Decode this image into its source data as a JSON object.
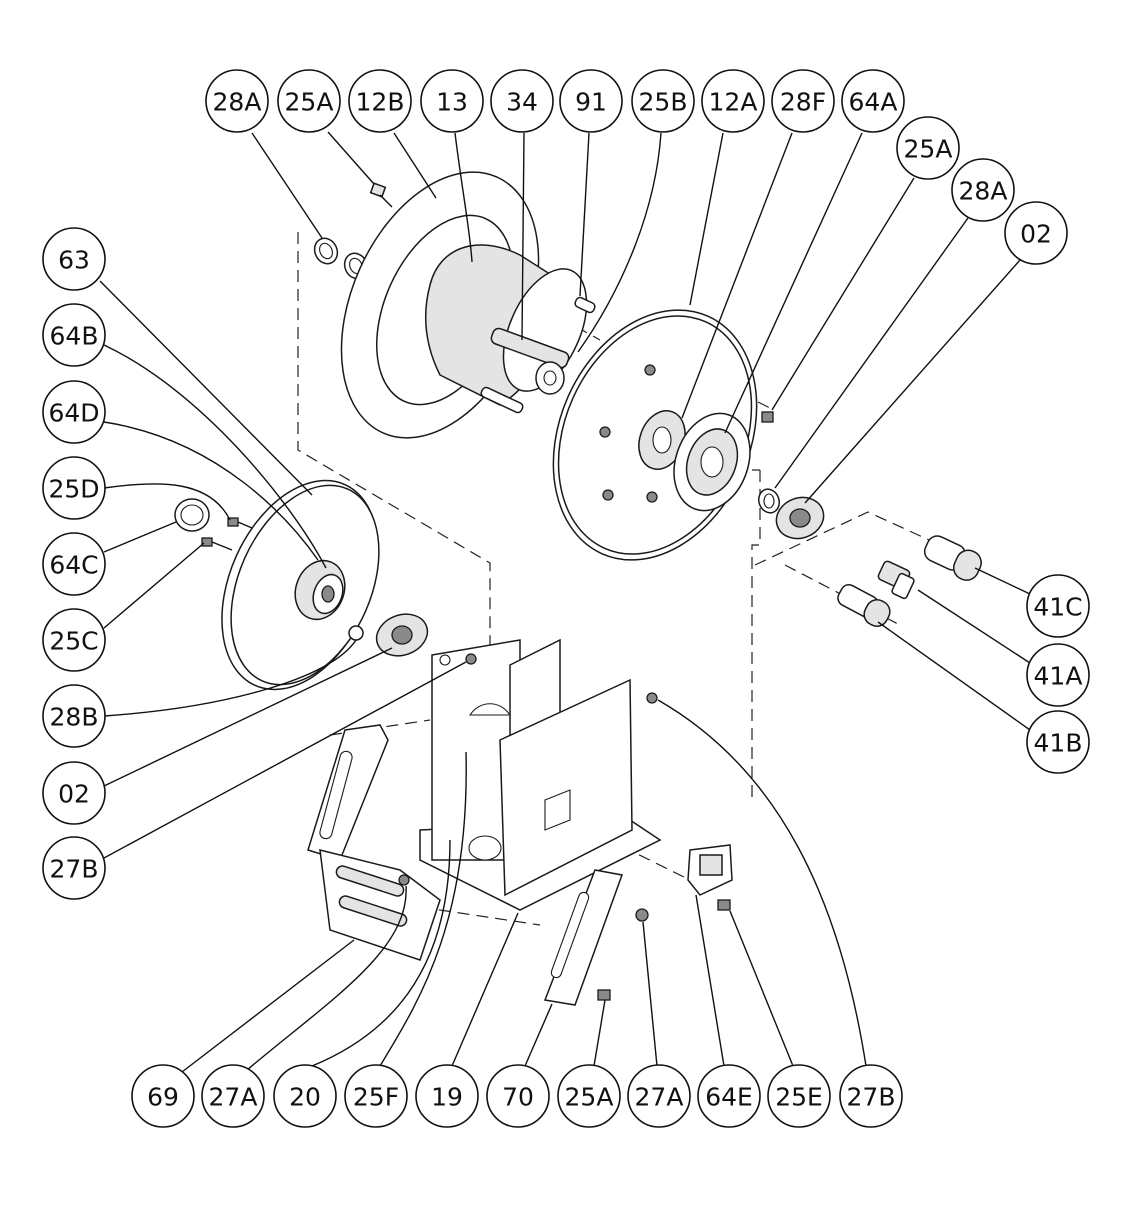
{
  "diagram": {
    "callouts": [
      {
        "id": "c-28A-top",
        "label": "28A"
      },
      {
        "id": "c-25A-top",
        "label": "25A"
      },
      {
        "id": "c-12B",
        "label": "12B"
      },
      {
        "id": "c-13",
        "label": "13"
      },
      {
        "id": "c-34",
        "label": "34"
      },
      {
        "id": "c-91",
        "label": "91"
      },
      {
        "id": "c-25B",
        "label": "25B"
      },
      {
        "id": "c-12A",
        "label": "12A"
      },
      {
        "id": "c-28F",
        "label": "28F"
      },
      {
        "id": "c-64A",
        "label": "64A"
      },
      {
        "id": "c-25A-right",
        "label": "25A"
      },
      {
        "id": "c-28A-right",
        "label": "28A"
      },
      {
        "id": "c-02-right",
        "label": "02"
      },
      {
        "id": "c-63",
        "label": "63"
      },
      {
        "id": "c-64B",
        "label": "64B"
      },
      {
        "id": "c-64D",
        "label": "64D"
      },
      {
        "id": "c-25D",
        "label": "25D"
      },
      {
        "id": "c-64C",
        "label": "64C"
      },
      {
        "id": "c-25C",
        "label": "25C"
      },
      {
        "id": "c-28B",
        "label": "28B"
      },
      {
        "id": "c-02-left",
        "label": "02"
      },
      {
        "id": "c-27B-left",
        "label": "27B"
      },
      {
        "id": "c-41C",
        "label": "41C"
      },
      {
        "id": "c-41A",
        "label": "41A"
      },
      {
        "id": "c-41B",
        "label": "41B"
      },
      {
        "id": "c-69",
        "label": "69"
      },
      {
        "id": "c-27A-1",
        "label": "27A"
      },
      {
        "id": "c-20",
        "label": "20"
      },
      {
        "id": "c-25F",
        "label": "25F"
      },
      {
        "id": "c-19",
        "label": "19"
      },
      {
        "id": "c-70",
        "label": "70"
      },
      {
        "id": "c-25A-bottom",
        "label": "25A"
      },
      {
        "id": "c-27A-2",
        "label": "27A"
      },
      {
        "id": "c-64E",
        "label": "64E"
      },
      {
        "id": "c-25E",
        "label": "25E"
      },
      {
        "id": "c-27B-bottom",
        "label": "27B"
      }
    ]
  }
}
